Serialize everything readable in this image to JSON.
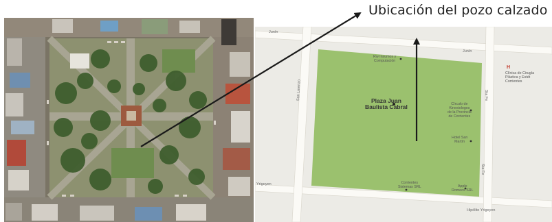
{
  "caption": "Ubicación del pozo calzado",
  "map": {
    "plaza_name": [
      "Plaza Juan",
      "Baulista Cabral"
    ],
    "streets": {
      "junin_top": "Junín",
      "junin": "Junín",
      "san_lorenzo": "San Lorenzo",
      "sta_fe_top": "Sta Fe",
      "sta_fe": "Sta Fe",
      "yrigoyen": "Yrigoyen",
      "hipolito_yrigoyen": "Hipólito Yrigoyen"
    },
    "pois": {
      "rw_insumos": [
        "Rw Insumos y",
        "Computación"
      ],
      "circulo": [
        "Círculo de",
        "Kinesiologos",
        "de la Provincia",
        "de Corrientes"
      ],
      "hotel": [
        "Hotel San",
        "Martín"
      ],
      "corrientes_sistemas": [
        "Corrientes",
        "Sistemas SRL"
      ],
      "apple": [
        "Apple",
        "Romeos SRL"
      ],
      "clinica": [
        "Clínica de Cirugía",
        "Plástica y Estét",
        "Corrientes"
      ]
    },
    "clinic_marker": "H"
  },
  "colors": {
    "plaza_green": "#9bc16e",
    "arrow": "#1a1a1a",
    "clinic_red": "#c0392b"
  }
}
